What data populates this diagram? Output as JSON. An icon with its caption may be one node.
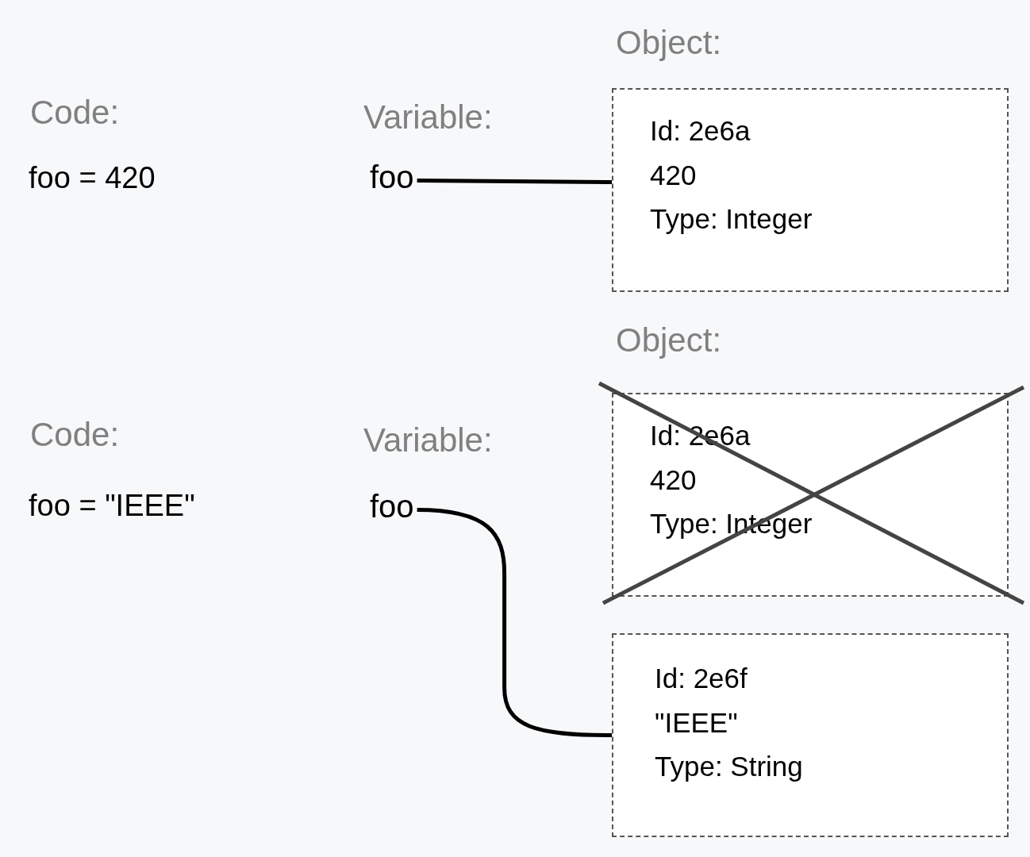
{
  "diagram": {
    "nodes": [
      {
        "text": [
          "foo"
        ]
      },
      {
        "text": [
          "Object:",
          "Id: 2e6a",
          "420",
          "Type: Integer"
        ]
      },
      {
        "text": [
          "foo"
        ]
      },
      {
        "text": [
          "Object:",
          "Id: 2e6a",
          "420",
          "Type: Integer"
        ]
      },
      {
        "text": [
          "Id: 2e6f",
          "\"IEEE\"",
          "Type: String"
        ]
      }
    ],
    "edges": [
      {
        "from": 0,
        "to": 1,
        "arrow": "none"
      },
      {
        "from": 2,
        "to": 4,
        "arrow": "none"
      }
    ],
    "labels": [
      "Code:",
      "foo = 420",
      "Variable:",
      "Code:",
      "foo = \"IEEE\"",
      "Variable:"
    ]
  }
}
